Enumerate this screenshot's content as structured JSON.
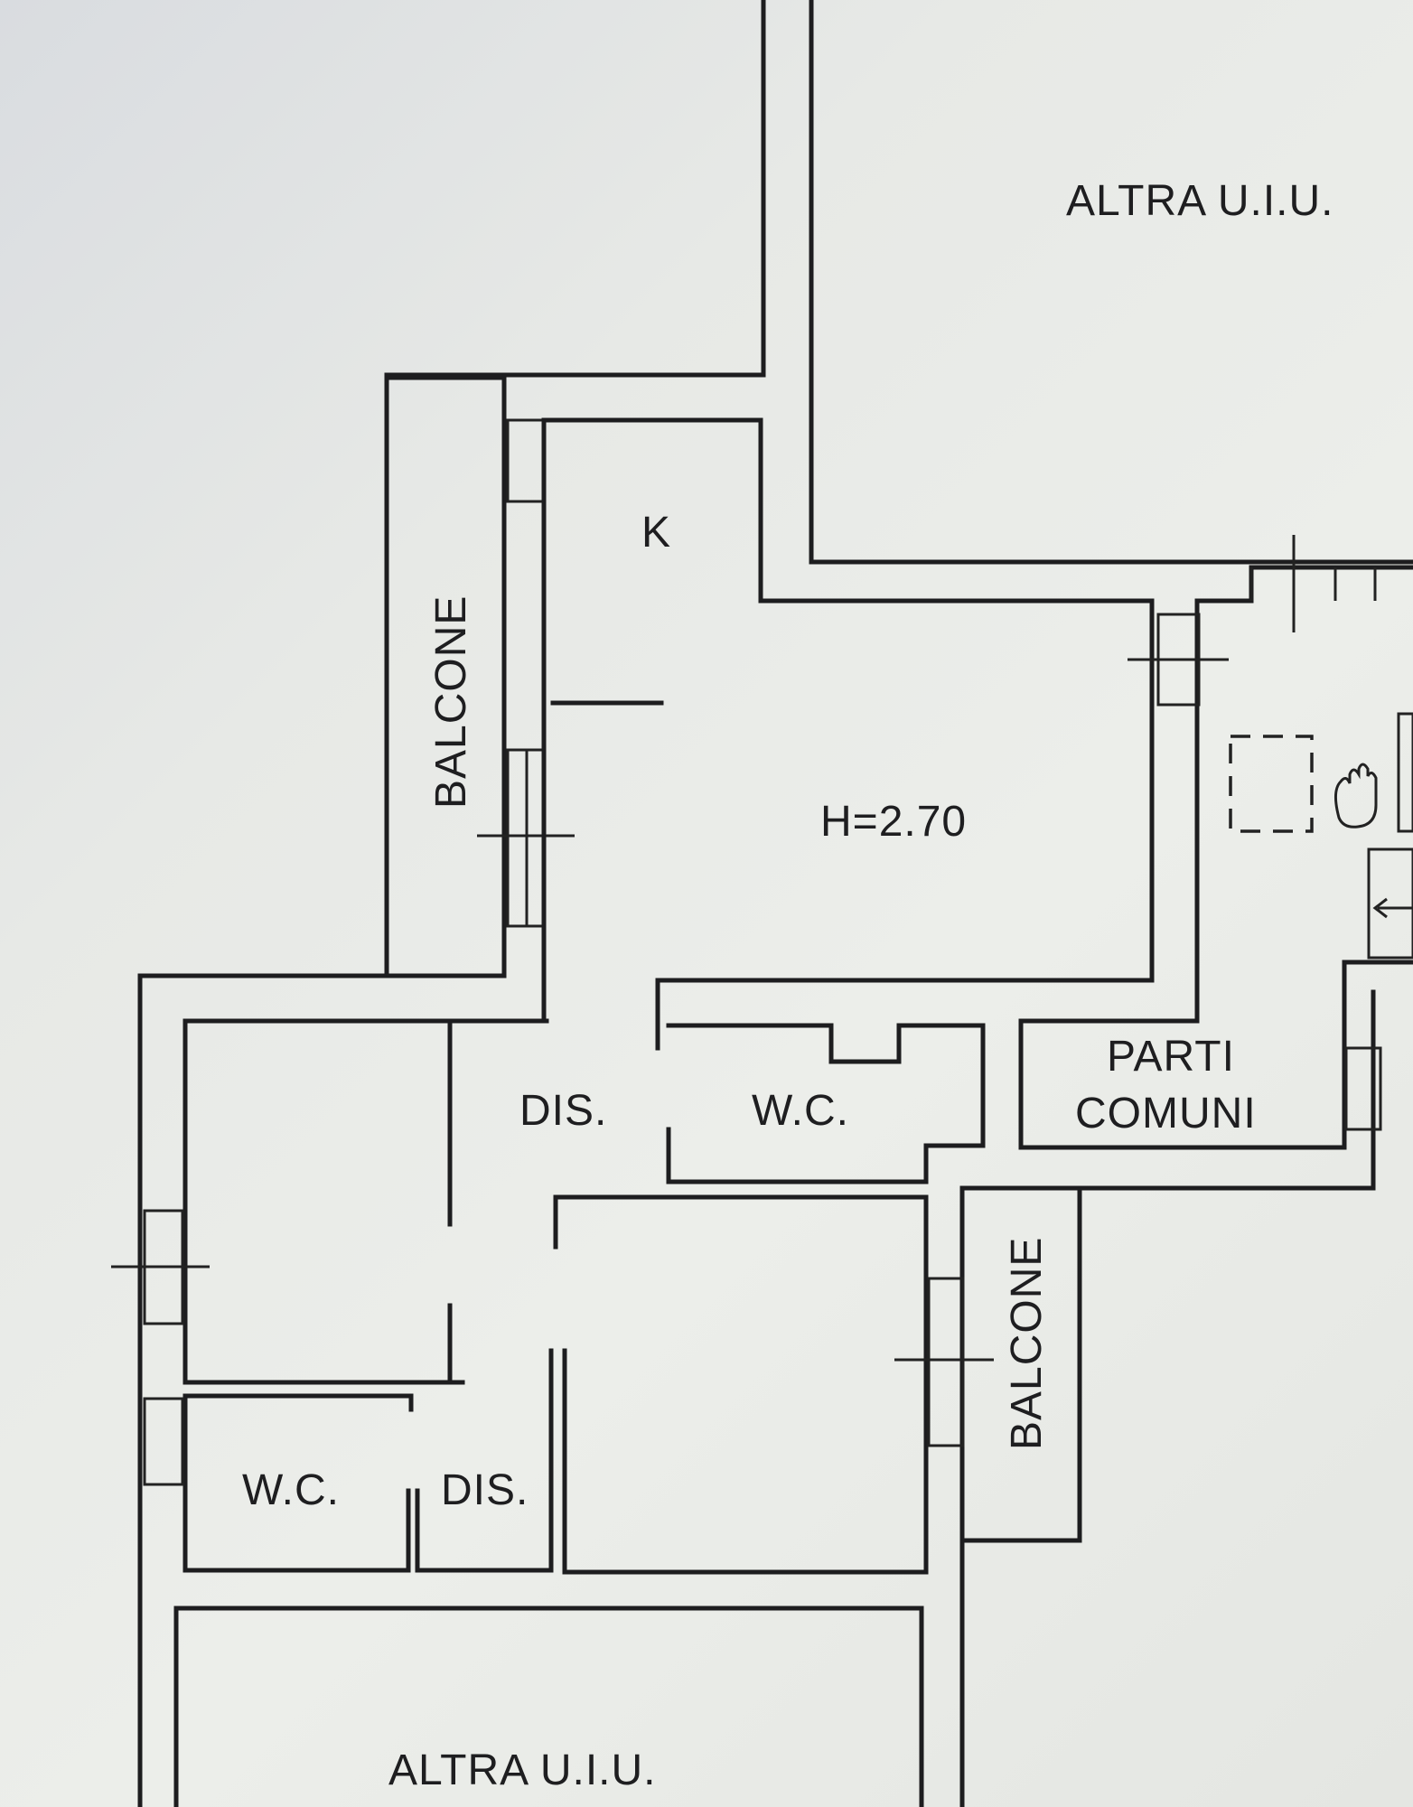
{
  "labels": {
    "other_unit_top": "ALTRA U.I.U.",
    "other_unit_bottom": "ALTRA U.I.U.",
    "kitchen": "K",
    "height": "H=2.70",
    "balcony_left": "BALCONE",
    "balcony_right": "BALCONE",
    "disimpegno_center": "DIS.",
    "disimpegno_bottom": "DIS.",
    "wc_center": "W.C.",
    "wc_bottom": "W.C.",
    "common_parts_line1": "PARTI",
    "common_parts_line2": "COMUNI"
  }
}
